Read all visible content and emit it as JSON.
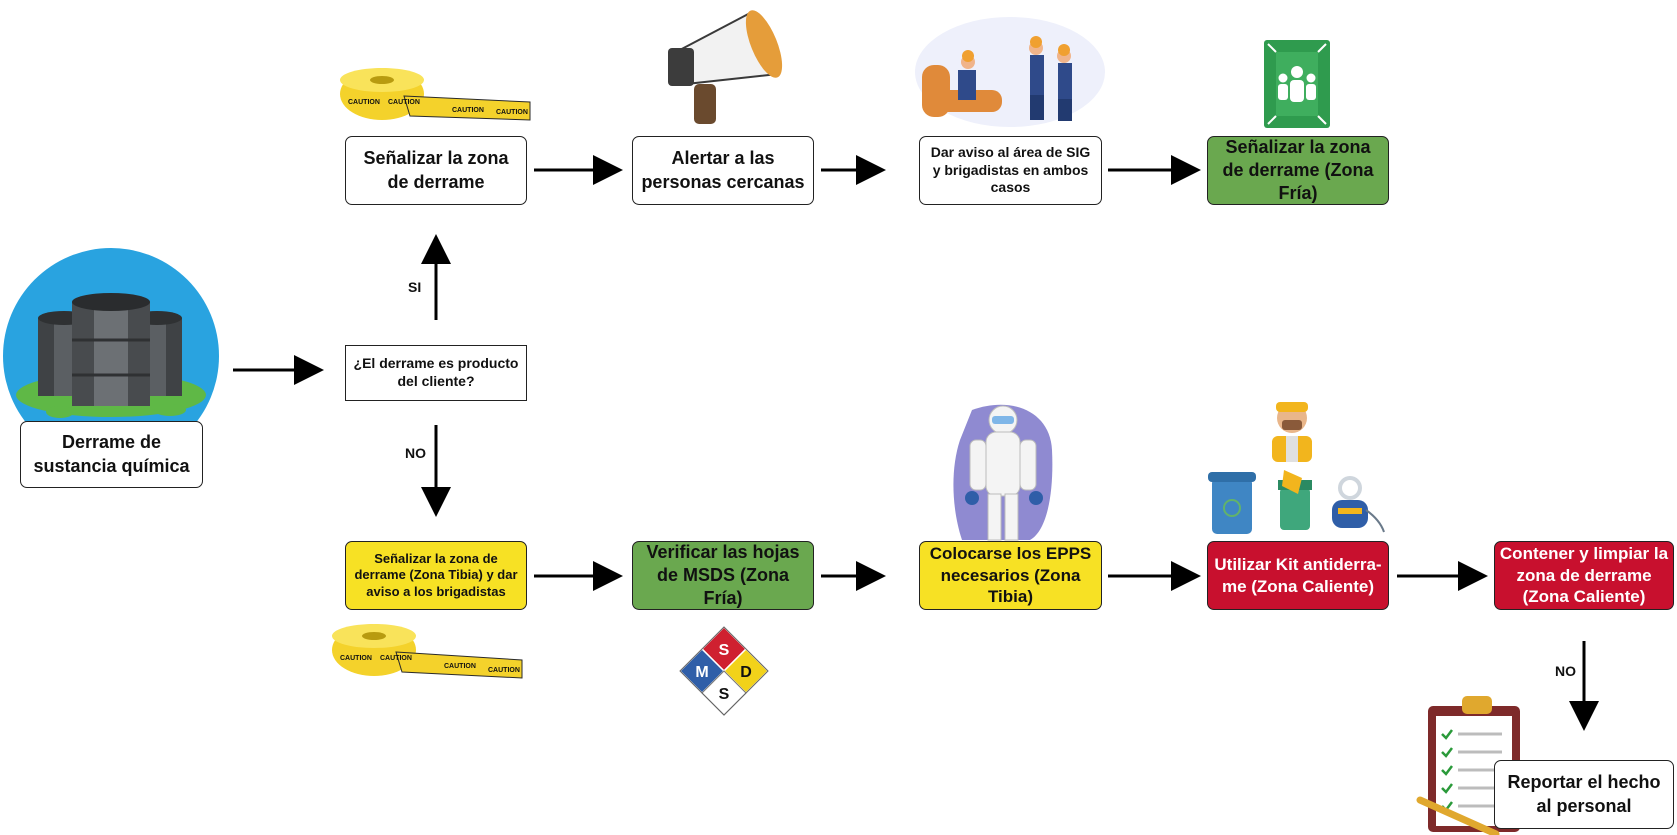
{
  "nodes": {
    "start": "Derrame de sustancia química",
    "decision": "¿El derrame es producto del cliente?",
    "top1": "Señalizar la zona de derrame",
    "top2": "Alertar a las personas cercanas",
    "top3": "Dar aviso al área de SIG y brigadistas en ambos casos",
    "top4": "Señalizar la zona de derrame (Zona Fría)",
    "bot1": "Señalizar la zona de derrame (Zona Tibia) y dar aviso a los brigadistas",
    "bot2": "Verificar las hojas de MSDS (Zona Fría)",
    "bot3": "Colocarse los EPPS necesarios (Zona Tibia)",
    "bot4": "Utilizar Kit antiderra- me (Zona Caliente)",
    "bot5": "Contener y limpiar la zona de derrame (Zona Caliente)",
    "report": "Reportar el hecho al personal"
  },
  "edge_labels": {
    "yes": "SI",
    "no": "NO",
    "no2": "NO"
  },
  "icons": {
    "tape_text": "CAUTION",
    "msds": {
      "top": "S",
      "left": "M",
      "right": "D",
      "bottom": "S"
    }
  },
  "colors": {
    "green": "#6aa84f",
    "yellow": "#f7e124",
    "red": "#c8102e",
    "sky": "#29a3e0"
  }
}
